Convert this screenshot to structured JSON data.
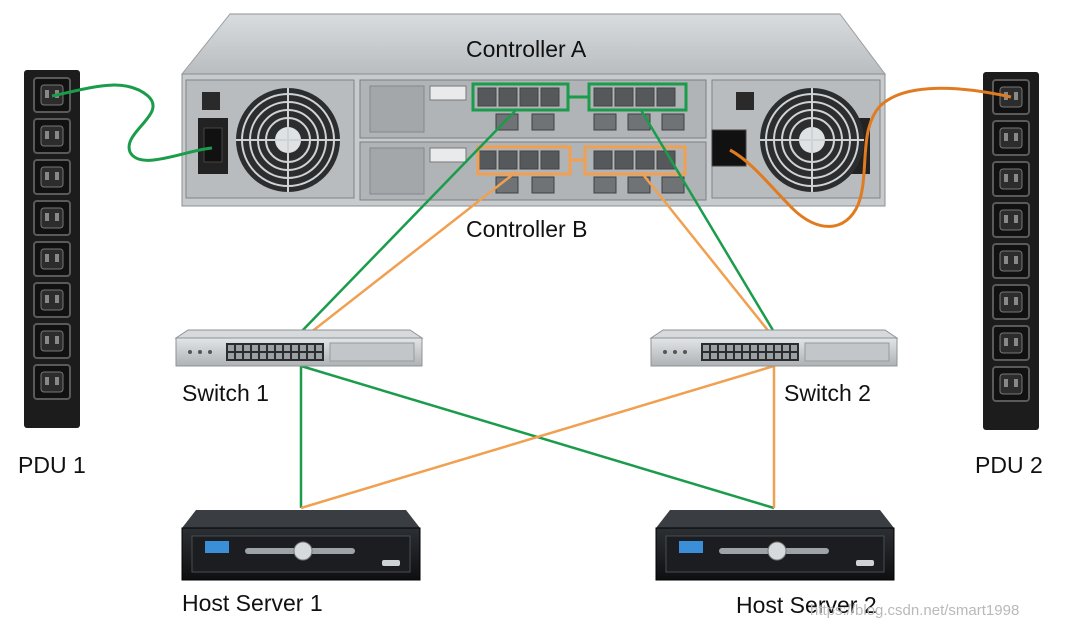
{
  "labels": {
    "controller_a": "Controller A",
    "controller_b": "Controller B",
    "switch_1": "Switch 1",
    "switch_2": "Switch 2",
    "pdu_1": "PDU 1",
    "pdu_2": "PDU 2",
    "host_server_1": "Host Server 1",
    "host_server_2": "Host Server 2"
  },
  "watermark": "https://blog.csdn.net/smart1998",
  "colors": {
    "path_a": "#1a9c4a",
    "path_b": "#f0a050",
    "power_cable_right": "#e07b20",
    "pdu_body": "#1c1c1c",
    "chassis": "#c9cdd0"
  }
}
